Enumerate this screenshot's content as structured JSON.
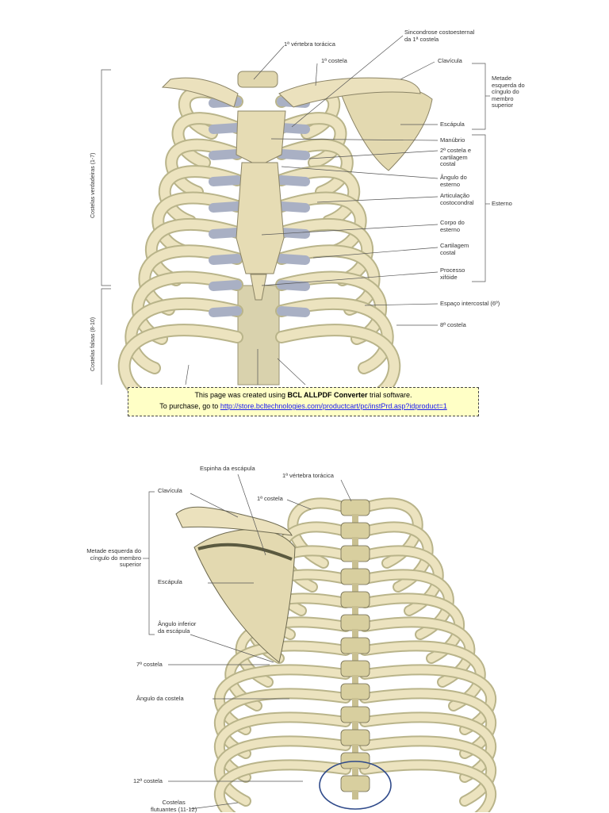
{
  "figure_top": {
    "labels": {
      "t1_vertebra": "1ª vértebra torácica",
      "rib1": "1ª costela",
      "synchondrosis": "Sincondrose costoesternal\nda 1ª costela",
      "clavicle": "Clavícula",
      "shoulder_girdle": "Metade\nesquerda do\ncíngulo do\nmembro\nsuperior",
      "scapula": "Escápula",
      "manubrium": "Manúbrio",
      "rib2_cartilage": "2ª costela e\ncartilagem\ncostal",
      "sternal_angle": "Ângulo do\nesterno",
      "costochondral_joint": "Articulação\ncostocondral",
      "sternum": "Esterno",
      "sternum_body": "Corpo do\nesterno",
      "costal_cartilage": "Cartilagem\ncostal",
      "xiphoid": "Processo\nxifóide",
      "intercostal_space": "Espaço intercostal (6º)",
      "rib8": "8ª costela",
      "true_ribs": "Costelas verdadeiras (1-7)",
      "false_ribs": "Costelas falsas (8-10)"
    }
  },
  "banner": {
    "line1_prefix": "This page was created using ",
    "line1_bold": "BCL ALLPDF Converter",
    "line1_suffix": " trial software.",
    "line2_prefix": "To purchase, go to ",
    "link": "http://store.bcltechnologies.com/productcart/pc/instPrd.asp?idproduct=1"
  },
  "figure_bottom": {
    "labels": {
      "scapular_spine": "Espinha da escápula",
      "t1_vertebra": "1ª vértebra torácica",
      "rib1": "1ª costela",
      "clavicle": "Clavícula",
      "shoulder_girdle": "Metade esquerda do\ncíngulo do membro\nsuperior",
      "scapula": "Escápula",
      "inferior_angle": "Ângulo inferior\nda escápula",
      "rib7": "7ª costela",
      "rib_angle": "Ângulo da costela",
      "rib12": "12ª costela",
      "floating_ribs": "Costelas\nflutuantes (11-12)"
    }
  },
  "colors": {
    "bone": "#ece3bf",
    "bone_shade": "#b9b48a",
    "cartilage": "#a9b0c4",
    "banner_bg": "#ffffc6",
    "link": "#1a1aee"
  }
}
